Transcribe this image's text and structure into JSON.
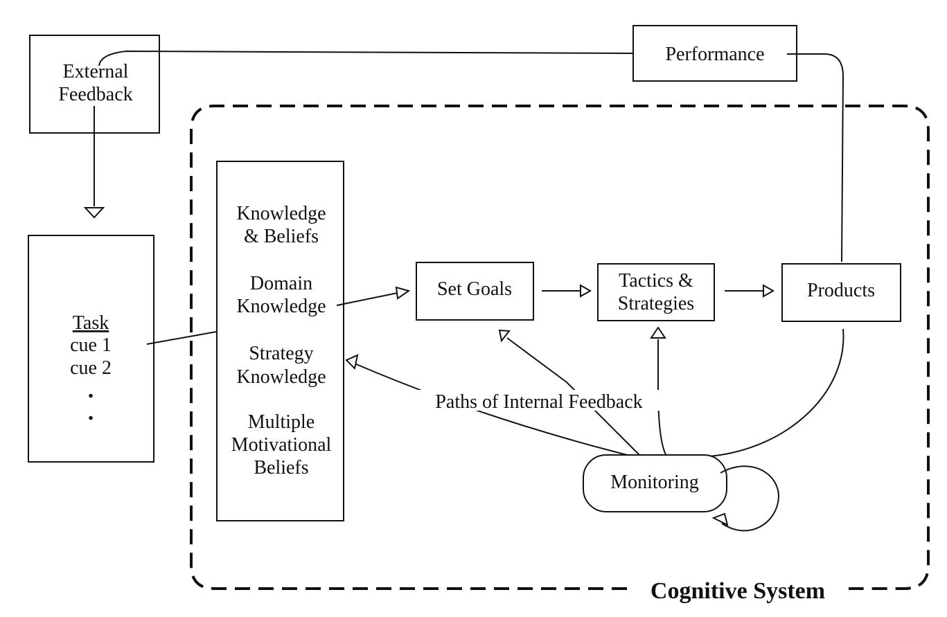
{
  "external_feedback": {
    "line1": "External",
    "line2": "Feedback"
  },
  "performance": "Performance",
  "task": {
    "title": "Task",
    "cue1": "cue 1",
    "cue2": "cue 2",
    "dot1": ".",
    "dot2": "."
  },
  "knowledge": {
    "kb1": "Knowledge",
    "kb2": "& Beliefs",
    "dk1": "Domain",
    "dk2": "Knowledge",
    "sk1": "Strategy",
    "sk2": "Knowledge",
    "mb1": "Multiple",
    "mb2": "Motivational",
    "mb3": "Beliefs"
  },
  "set_goals": "Set Goals",
  "tactics": {
    "line1": "Tactics &",
    "line2": "Strategies"
  },
  "products": "Products",
  "paths_label": "Paths of Internal Feedback",
  "monitoring": "Monitoring",
  "cognitive_system": "Cognitive System"
}
